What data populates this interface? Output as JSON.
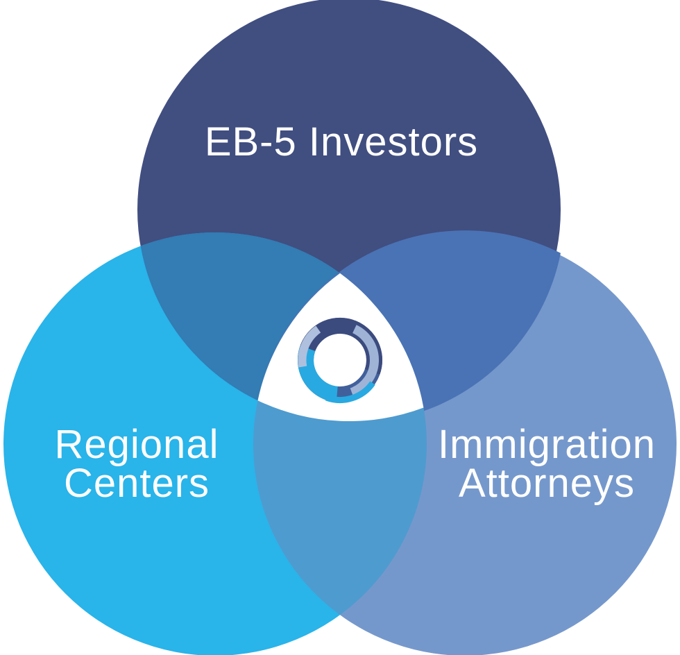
{
  "diagram": {
    "type": "venn",
    "background_color": "#FFFFFF",
    "label_color": "#FFFFFF",
    "sets": [
      {
        "id": "eb5-investors",
        "position": "top",
        "lines": [
          "EB-5 Investors"
        ],
        "color": "#414E80"
      },
      {
        "id": "regional-centers",
        "position": "bottom-left",
        "lines": [
          "Regional",
          "Centers"
        ],
        "color": "#29B4EA"
      },
      {
        "id": "immigration-attorneys",
        "position": "bottom-right",
        "lines": [
          "Immigration",
          "Attorneys"
        ],
        "color": "#7598CC"
      }
    ],
    "overlaps": {
      "investors_regional": "#337CB4",
      "investors_attorneys": "#4A73B5",
      "regional_attorneys": "#4E9BCF",
      "center": "#FFFFFF"
    },
    "logo": {
      "id": "center-ring-logo",
      "shape": "ring",
      "colors": {
        "navy": "#3C4B7E",
        "slate": "#41609B",
        "cyan": "#29A9E1",
        "periwinkle": "#9FB3D6",
        "periwinkle_light": "#AEC0DD"
      }
    }
  }
}
